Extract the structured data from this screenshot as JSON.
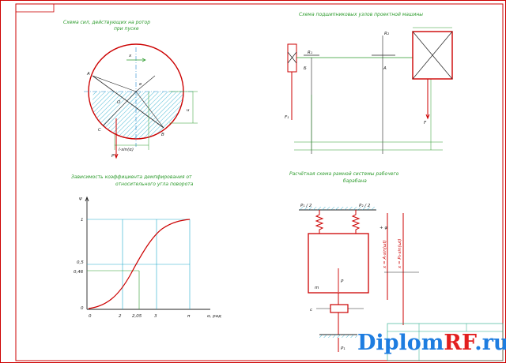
{
  "sheet": {
    "caption_tl": [
      "Схема сил, действующих на ротор",
      "при пуске"
    ],
    "caption_tr": "Схема подшипниковых узлов проектной машины",
    "caption_bl": [
      "Зависимость коэффициента демпфирования от",
      "относительного угла поворота"
    ],
    "caption_br": [
      "Расчётная схема рамной системы рабочего",
      "барабана"
    ]
  },
  "circle_fig": {
    "labels": {
      "A": "A",
      "B": "B",
      "C": "C",
      "O": "O",
      "P": "P",
      "e": "e",
      "u": "u",
      "x": "x"
    },
    "dim_label": "l·sin(α)"
  },
  "bearing_fig": {
    "labels": {
      "R1": "R₁",
      "R2": "R₂",
      "F": "F",
      "F1": "F₁",
      "B": "Б",
      "A": "A"
    }
  },
  "graph": {
    "y_ticks": [
      "1",
      "0,5",
      "0,46",
      "0"
    ],
    "x_ticks": [
      "0",
      "2",
      "2,05",
      "3",
      "π"
    ],
    "x_unit": "α, рад",
    "y_axis": "ψ"
  },
  "spring_fig": {
    "top_left": "P₁ / 2",
    "top_right": "P₂ / 2",
    "mass_label": "m",
    "force_label": "P",
    "damper_label": "c",
    "bottom_label": "P₁",
    "side_labels": [
      "+ φ",
      "x = A·sin(ωt)",
      "x = P₀·sin(ωt)"
    ]
  },
  "watermark": {
    "part1": "Diplom",
    "part2": "RF",
    "part3": ".ru"
  }
}
